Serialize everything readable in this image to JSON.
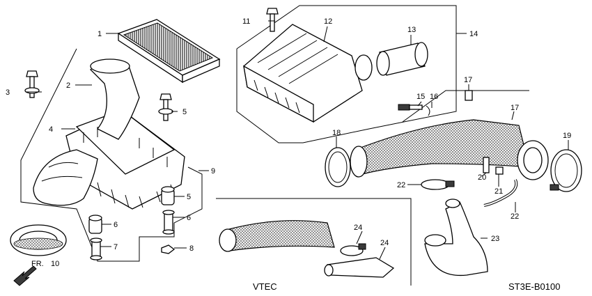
{
  "diagram": {
    "callouts": [
      "1",
      "2",
      "3",
      "4",
      "5",
      "5",
      "6",
      "6",
      "7",
      "8",
      "9",
      "10",
      "11",
      "12",
      "13",
      "14",
      "15",
      "16",
      "17",
      "17",
      "18",
      "19",
      "20",
      "21",
      "22",
      "22",
      "23",
      "24",
      "24"
    ],
    "vtec_label": "VTEC",
    "diagram_code": "ST3E-B0100",
    "front_label": "FR."
  }
}
